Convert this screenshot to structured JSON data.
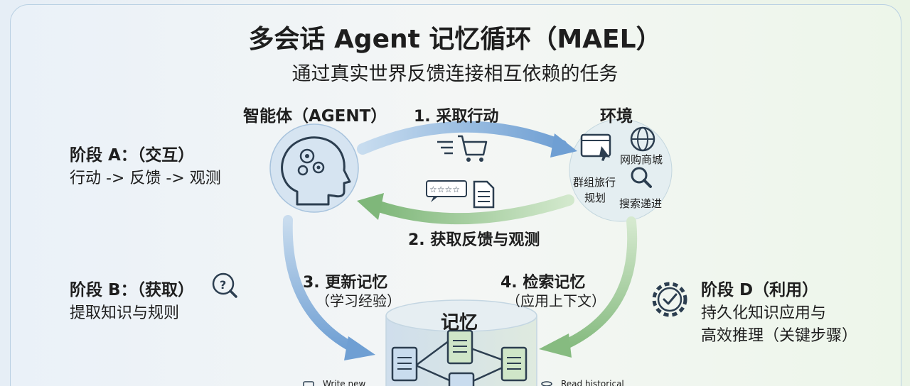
{
  "header": {
    "title": "多会话 Agent 记忆循环（MAEL）",
    "subtitle": "通过真实世界反馈连接相互依赖的任务"
  },
  "agent": {
    "label": "智能体（AGENT）"
  },
  "environment": {
    "label": "环境",
    "items": [
      "网购商城",
      "群组旅行",
      "规划",
      "搜索递进"
    ]
  },
  "flows": {
    "step1": "1. 采取行动",
    "step2": "2. 获取反馈与观测",
    "step3_title": "3. 更新记忆",
    "step3_sub": "（学习经验）",
    "step4_title": "4. 检索记忆",
    "step4_sub": "（应用上下文）"
  },
  "stages": {
    "a_title": "阶段 A：（交互）",
    "a_desc": "行动 -> 反馈 -> 观测",
    "b_title": "阶段 B：（获取）",
    "b_desc": "提取知识与规则",
    "d_title": "阶段 D（利用）",
    "d_desc1": "持久化知识应用与",
    "d_desc2": "高效推理（关键步骤）"
  },
  "memory": {
    "label": "记忆",
    "write_note": "Write new",
    "read_note": "Read historical"
  },
  "colors": {
    "blue_arrow": "#6f9fd3",
    "green_arrow": "#8fc08a",
    "memory_fill": "#d8e5ef",
    "text": "#1e1e1e"
  }
}
